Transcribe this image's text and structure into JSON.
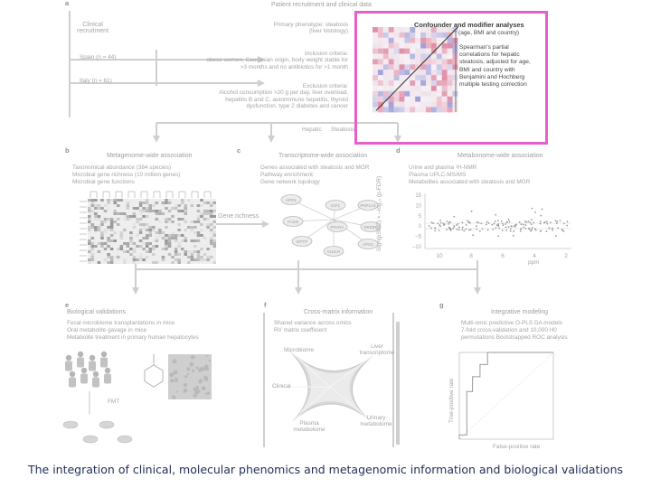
{
  "caption": "The integration of clinical, molecular phenomics and metagenomic information and biological validations",
  "panel_a": {
    "letter": "a",
    "title": "Patient recruitment and clinical data",
    "clinical_recruitment": "Clinical\nrecruitment",
    "spain": "Spain (n = 44)",
    "italy": "Italy (n = 61)",
    "primary_phenotype": "Primary phenotype: steatosis\n(liver histology)",
    "inclusion": "Inclusion criteria:\nobese women, Caucasian origin, body weight stable for\n>3 months and no antibiotics for >1 month",
    "exclusion": "Exclusion criteria:\nAlcohol consumption >20 g per day, liver overload,\nhepatitis B and C, autoimmune hepatitis, thyroid\ndysfunction, type 2 diabetes and cancer",
    "hepatic": "Hepatic",
    "steatosis": "Steatosis"
  },
  "confounder": {
    "title": "Confounder and modifier analyses",
    "subtitle": "(age, BMI and country)",
    "body": "Spearman's partial\ncorrelations for hepatic\nsteatosis, adjusted for age,\nBMI and country with\nBenjamini and Hochberg\nmultiple testing correction"
  },
  "panel_b": {
    "letter": "b",
    "title": "Metagenome-wide association",
    "items": "Taxonomical abundance (384 species)\nMicrobial gene richness (10 million genes)\nMicrobial gene functions"
  },
  "panel_c": {
    "letter": "c",
    "title": "Transcriptome-wide association",
    "items": "Genes associated with steatosis and MGR\nPathway enrichment\nGene network topology",
    "gene_richness": "Gene richness",
    "nodes": [
      "APO1",
      "IGF1",
      "PNPLA3",
      "FASN",
      "PPARA",
      "SREBF",
      "MTTP",
      "VLDLR"
    ]
  },
  "panel_d": {
    "letter": "d",
    "title": "Metabonome-wide association",
    "items": "Urine and plasma ¹H-NMR\nPlasma UPLC-MS/MS\nMetabolites associated with steatosis and MGR",
    "ylabel": "Sign(pSRC) × –log₁₀ (p-FDR)",
    "yticks": [
      "15",
      "10",
      "5",
      "0",
      "–5",
      "–10"
    ],
    "xticks": [
      "10",
      "8",
      "6",
      "4",
      "2"
    ],
    "xlabel": "ppm"
  },
  "panel_e": {
    "letter": "e",
    "title": "Biological validations",
    "items": "Fecal microbiome transplantations in mice\nOral metabolite gavage in mice\nMetabolite treatment in primary human hepatocytes",
    "fmt": "FMT"
  },
  "panel_f": {
    "letter": "f",
    "title": "Cross-matrix information",
    "items": "Shared variance across omics\nRV matrix coefficient",
    "microbiome": "Microbiome",
    "liver": "Liver\ntranscriptome",
    "clinical": "Clinical",
    "plasma": "Plasma\nmetabolome",
    "urinary": "Urinary\nmetabolome"
  },
  "panel_g": {
    "letter": "g",
    "title": "Integrative modeling",
    "items": "Multi-omic predictive O-PLS DA models\n7-fold cross-validation and 10,000 H0\npermutations Bootstrapped ROC analysis",
    "ylabel": "True-positive rate",
    "xlabel": "False-positive rate"
  },
  "colors": {
    "highlight": "#e65fcb",
    "caption": "#1f2d57",
    "gray_text": "#a4a4a4",
    "line": "#c8c8c8"
  }
}
